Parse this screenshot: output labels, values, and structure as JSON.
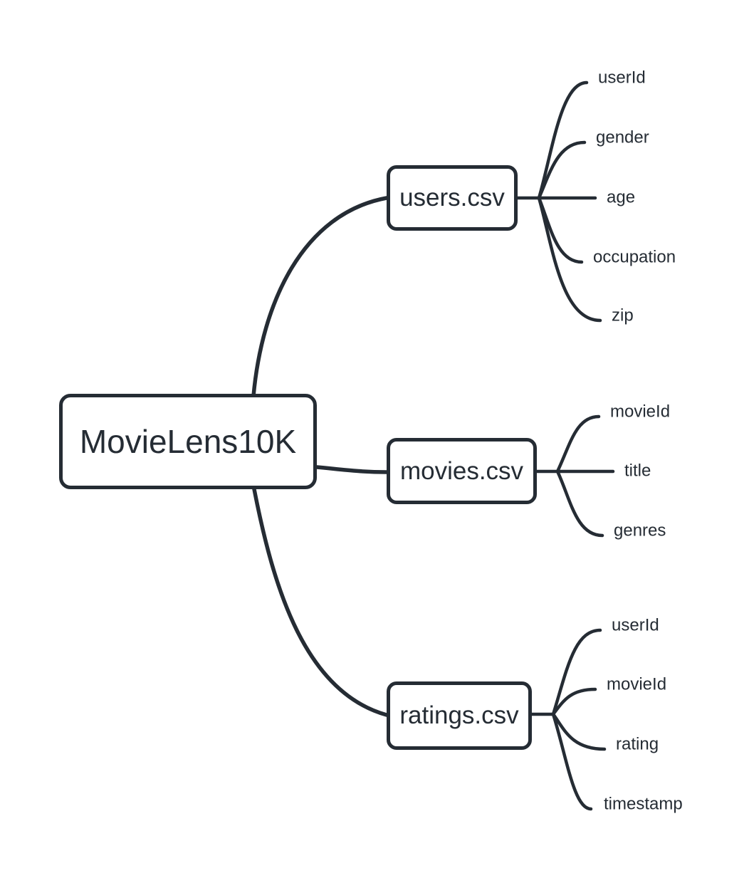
{
  "diagram": {
    "type": "mindmap",
    "root": {
      "label": "MovieLens10K"
    },
    "files": [
      {
        "label": "users.csv",
        "fields": [
          "userId",
          "gender",
          "age",
          "occupation",
          "zip"
        ]
      },
      {
        "label": "movies.csv",
        "fields": [
          "movieId",
          "title",
          "genres"
        ]
      },
      {
        "label": "ratings.csv",
        "fields": [
          "userId",
          "movieId",
          "rating",
          "timestamp"
        ]
      }
    ],
    "colors": {
      "ink": "#252c34",
      "background": "#ffffff"
    }
  }
}
